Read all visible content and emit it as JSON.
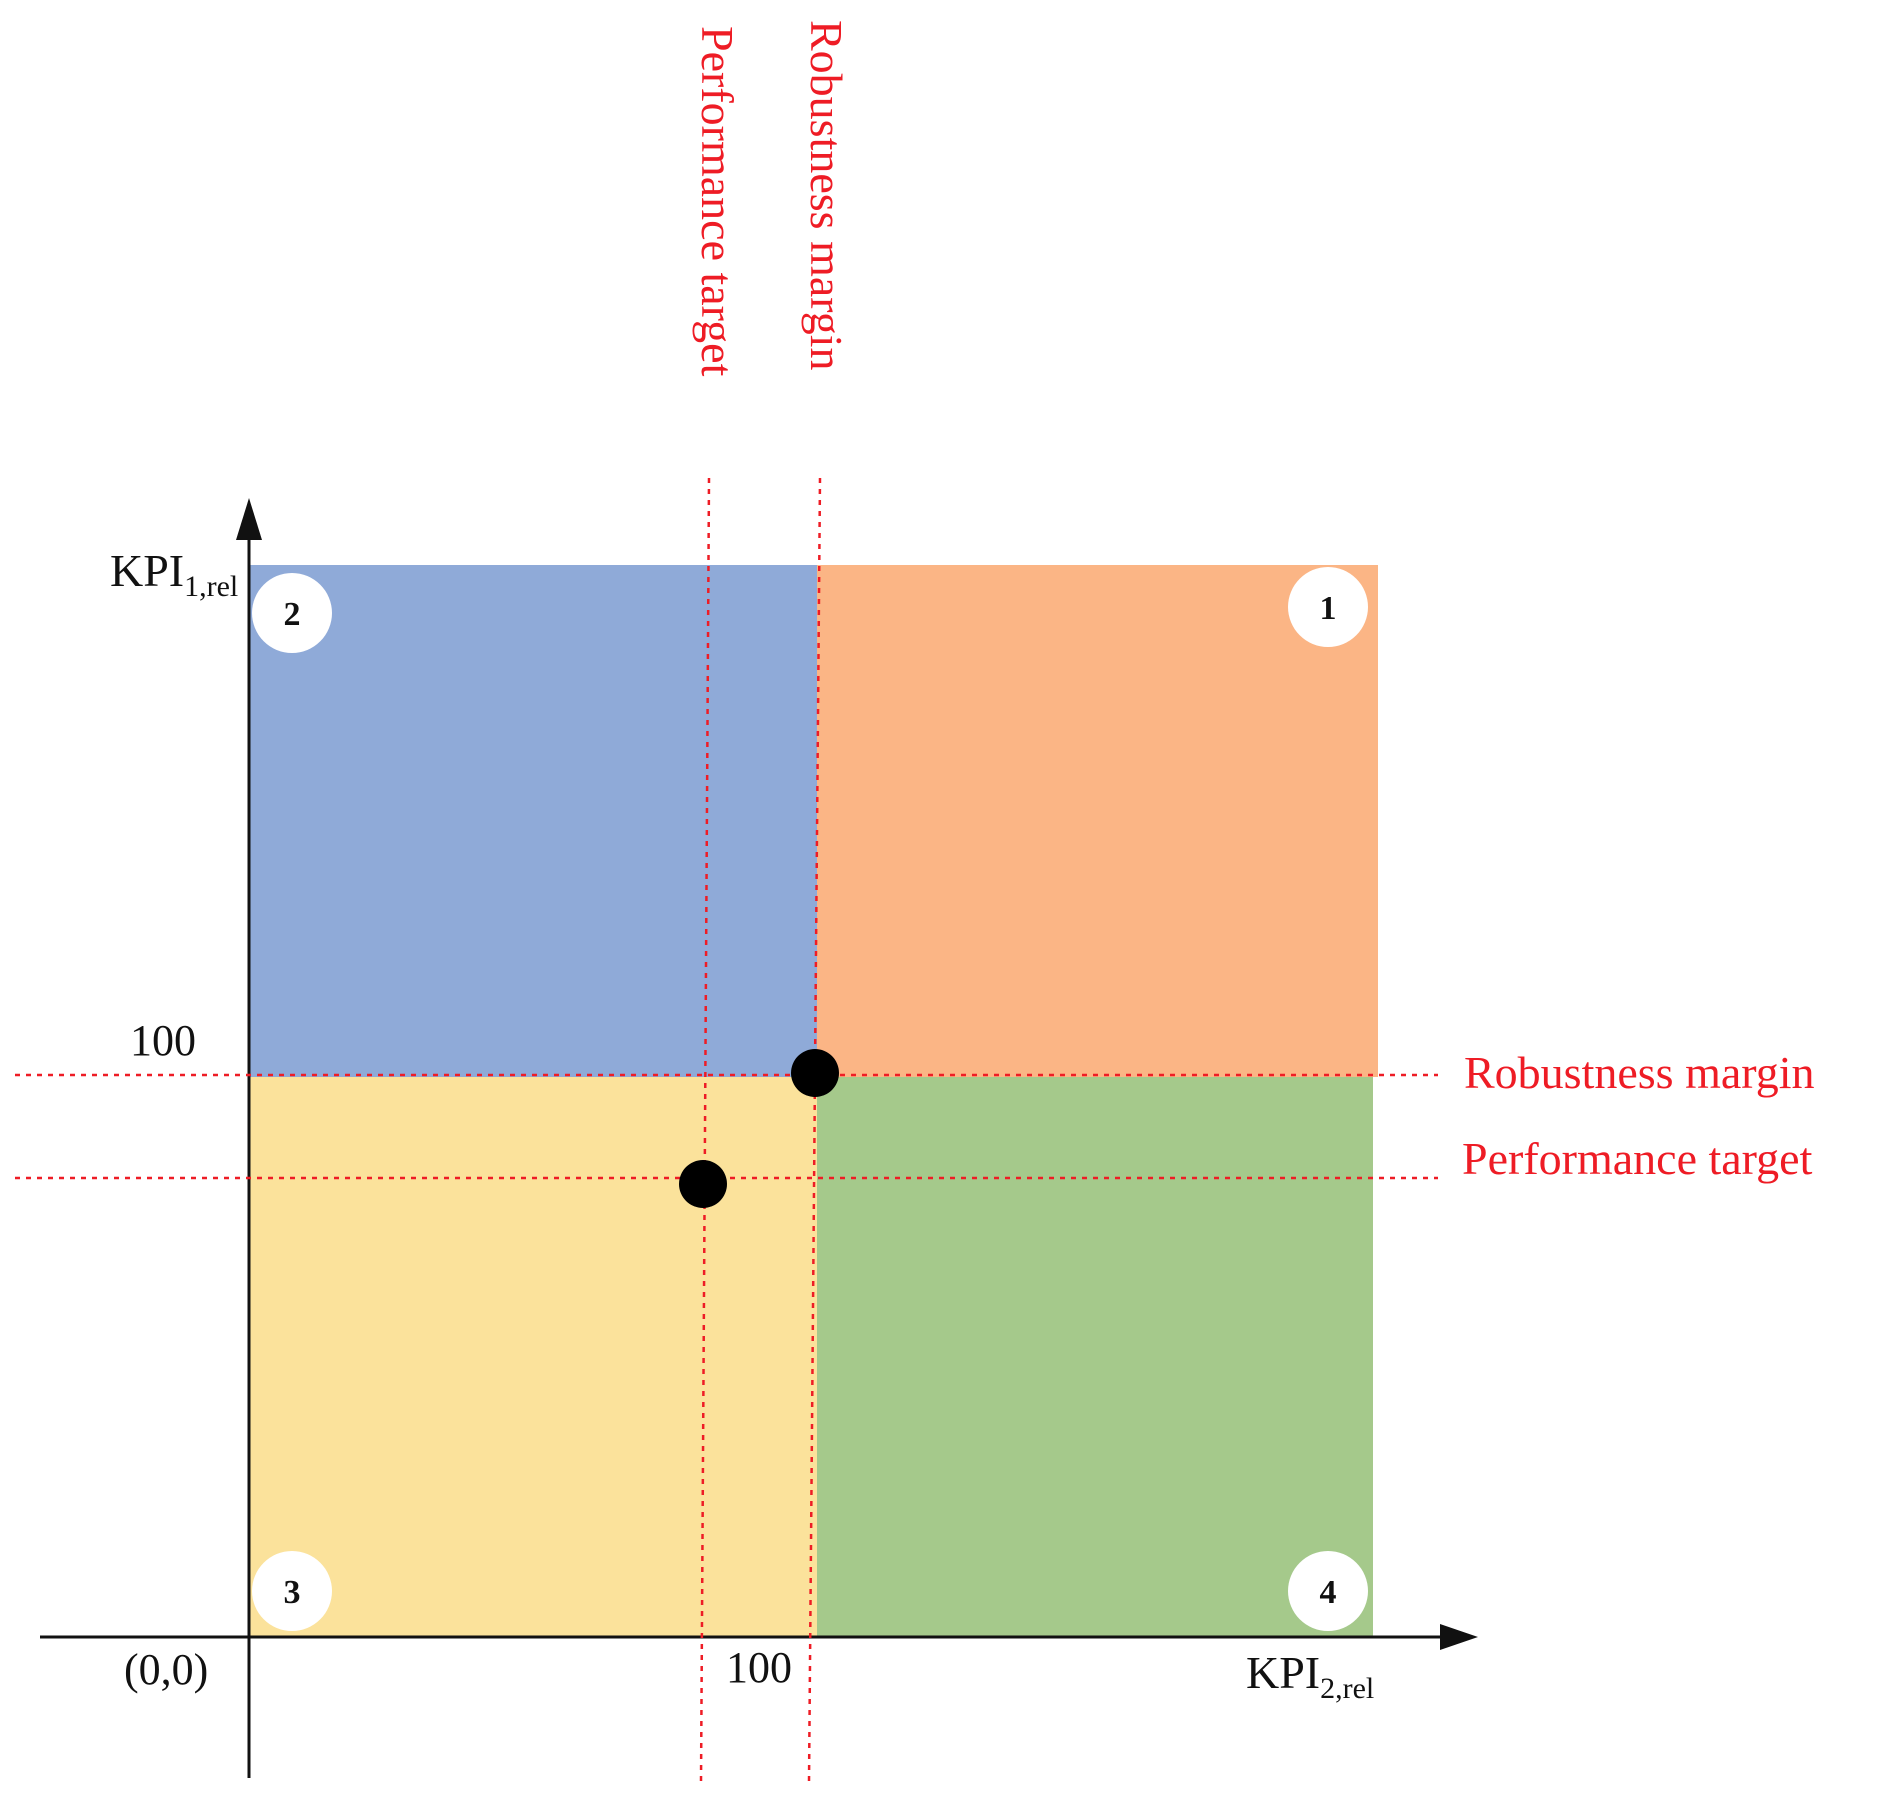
{
  "axes": {
    "x_label": {
      "main": "KPI",
      "sub": "2,rel"
    },
    "y_label": {
      "main": "KPI",
      "sub": "1,rel"
    },
    "origin_label": "(0,0)",
    "x_tick_label": "100",
    "y_tick_label": "100"
  },
  "quadrants": [
    {
      "number": "1",
      "color": "#fbb585"
    },
    {
      "number": "2",
      "color": "#8faad8"
    },
    {
      "number": "3",
      "color": "#fbe29b"
    },
    {
      "number": "4",
      "color": "#a5c98b"
    }
  ],
  "reference_lines": {
    "color": "#ee1c25",
    "robustness_margin": "Robustness margin",
    "performance_target": "Performance target"
  },
  "points": [
    {
      "name": "robustness-margin-point"
    },
    {
      "name": "performance-target-point"
    }
  ]
}
